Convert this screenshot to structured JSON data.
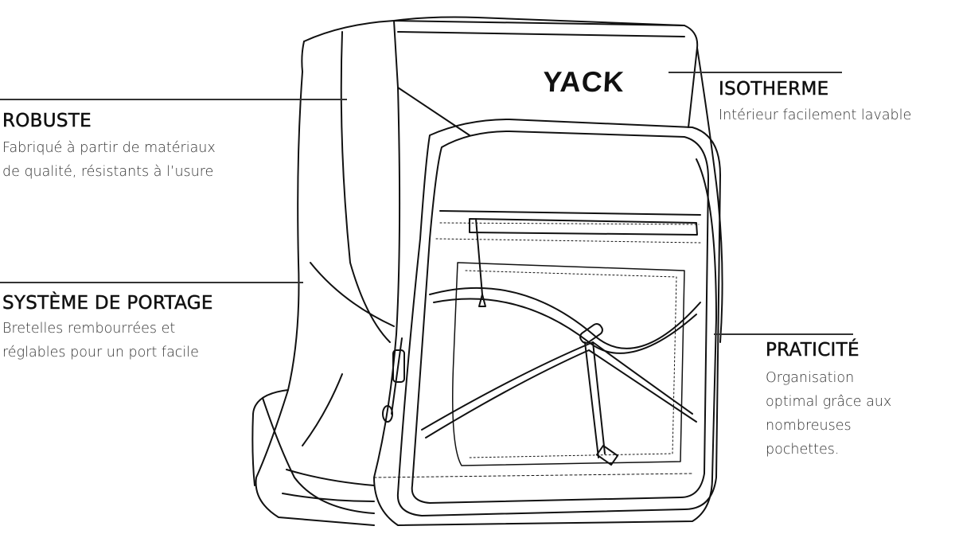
{
  "brand": {
    "logo_text": "YACK"
  },
  "features": [
    {
      "title": "ROBUSTE",
      "description": [
        "Fabriqué à partir de matériaux",
        "de qualité, résistants à l’usure"
      ]
    },
    {
      "title": "SYSTÈME DE PORTAGE",
      "description": [
        "Bretelles rembourrées et",
        "réglables pour un port facile"
      ]
    },
    {
      "title": "ISOTHERME",
      "description": [
        "Intérieur facilement lavable"
      ]
    },
    {
      "title": "PRATICITÉ",
      "description": [
        "Organisation",
        "optimal grâce aux",
        "nombreuses",
        "pochettes."
      ]
    }
  ],
  "colors": {
    "line": "#333333",
    "text": "#111111",
    "background": "#ffffff"
  }
}
